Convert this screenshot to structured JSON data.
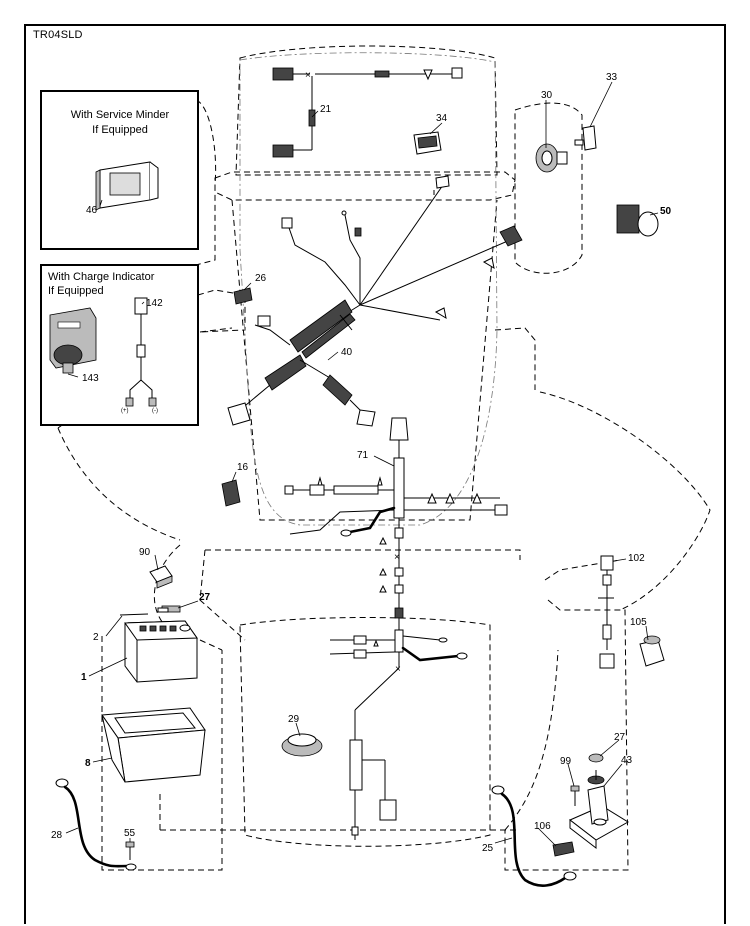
{
  "diagram_code": "TR04SLD",
  "service_minder_box": {
    "line1": "With Service Minder",
    "line2": "If Equipped"
  },
  "charge_indicator_box": {
    "line1": "With Charge Indicator",
    "line2": "If Equipped",
    "plus": "(+)",
    "minus": "(-)"
  },
  "callouts": {
    "p1": "1",
    "p2": "2",
    "p8": "8",
    "p16": "16",
    "p21": "21",
    "p25": "25",
    "p26": "26",
    "p27a": "27",
    "p27b": "27",
    "p28": "28",
    "p29": "29",
    "p30": "30",
    "p33": "33",
    "p34": "34",
    "p40": "40",
    "p43": "43",
    "p46": "46",
    "p50": "50",
    "p55": "55",
    "p71": "71",
    "p90": "90",
    "p99": "99",
    "p102": "102",
    "p105": "105",
    "p106": "106",
    "p142": "142",
    "p143": "143"
  }
}
